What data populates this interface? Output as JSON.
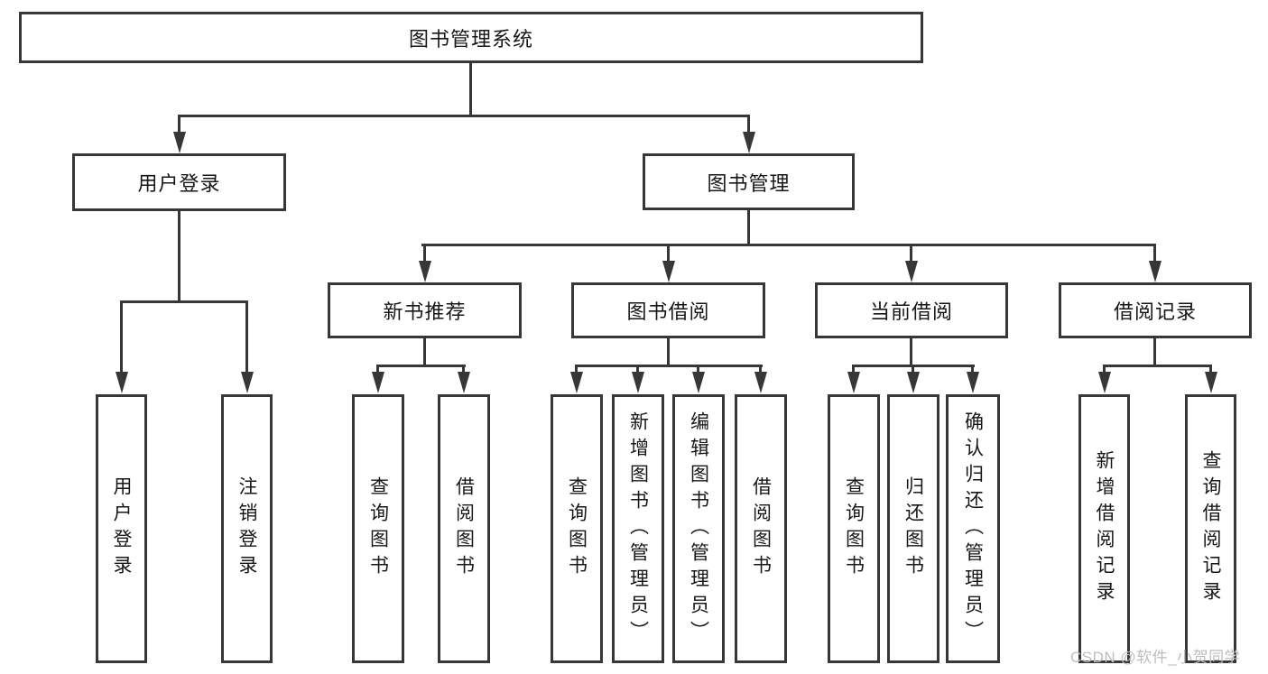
{
  "diagram": {
    "root": {
      "label": "图书管理系统"
    },
    "branches": [
      {
        "label": "用户登录",
        "children": [
          {
            "label": "用户登录"
          },
          {
            "label": "注销登录"
          }
        ]
      },
      {
        "label": "图书管理",
        "children": [
          {
            "label": "新书推荐",
            "children": [
              {
                "label": "查询图书"
              },
              {
                "label": "借阅图书"
              }
            ]
          },
          {
            "label": "图书借阅",
            "children": [
              {
                "label": "查询图书"
              },
              {
                "label": "新增图书（管理员）"
              },
              {
                "label": "编辑图书（管理员）"
              },
              {
                "label": "借阅图书"
              }
            ]
          },
          {
            "label": "当前借阅",
            "children": [
              {
                "label": "查询图书"
              },
              {
                "label": "归还图书"
              },
              {
                "label": "确认归还（管理员）"
              }
            ]
          },
          {
            "label": "借阅记录",
            "children": [
              {
                "label": "新增借阅记录"
              },
              {
                "label": "查询借阅记录"
              }
            ]
          }
        ]
      }
    ],
    "watermark": "CSDN @软件_小贺同学"
  }
}
